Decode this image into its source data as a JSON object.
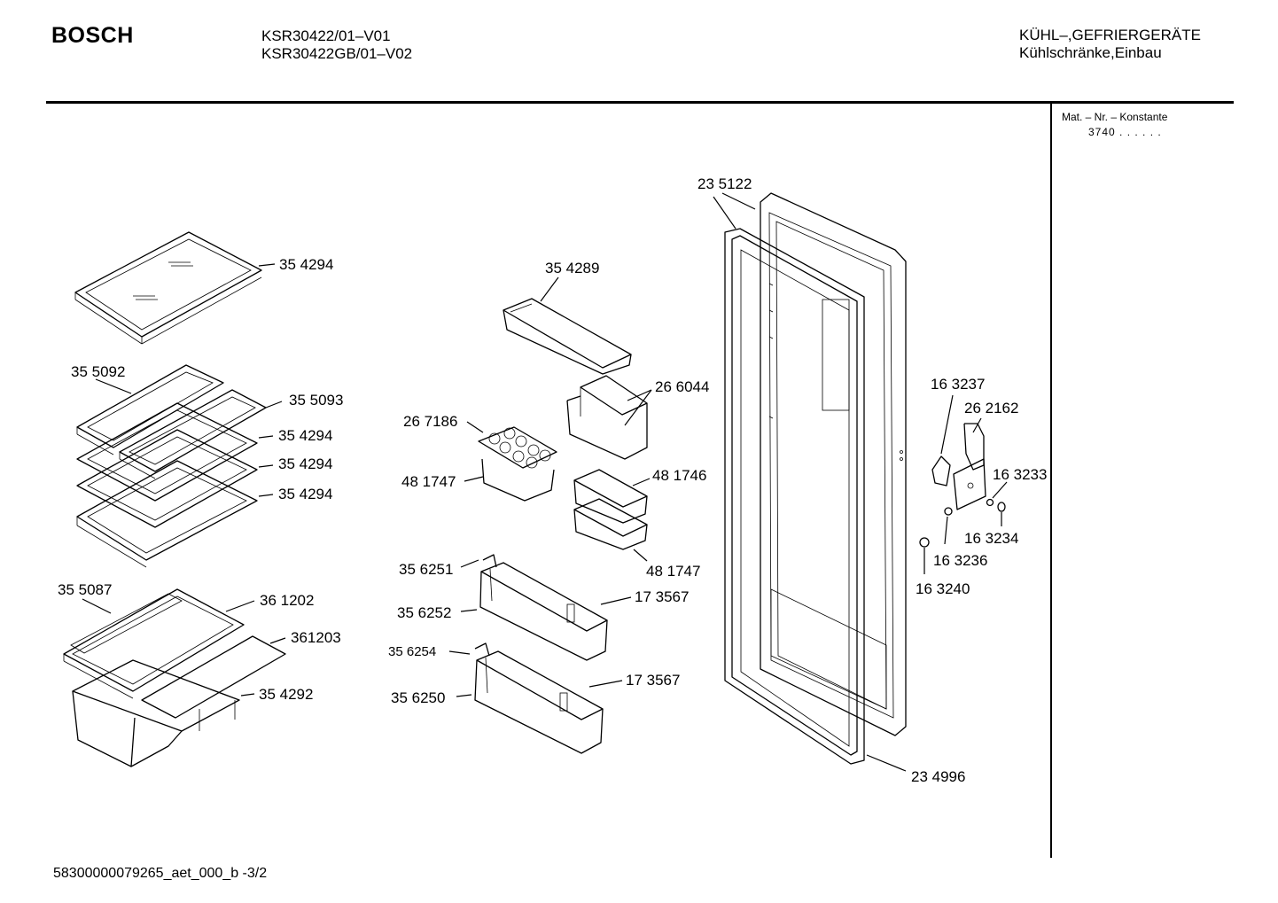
{
  "header": {
    "brand": "BOSCH",
    "model_line_1": "KSR30422/01–V01",
    "model_line_2": "KSR30422GB/01–V02",
    "category_line_1": "KÜHL–,GEFRIERGERÄTE",
    "category_line_2": "Kühlschränke,Einbau"
  },
  "side_panel": {
    "heading": "Mat. – Nr. – Konstante",
    "constant": "3740 . .   . . . ."
  },
  "parts": [
    "35 4294",
    "35 5092",
    "35 5093",
    "35 4294",
    "35 4294",
    "35 4294",
    "35 5087",
    "36 1202",
    "361203",
    "35 4292",
    "35 4289",
    "26 6044",
    "26 7186",
    "48 1747",
    "48 1746",
    "48 1747",
    "35 6251",
    "17 3567",
    "35 6252",
    "35 6254",
    "17 3567",
    "35 6250",
    "23 5122",
    "23 4996",
    "16 3237",
    "26 2162",
    "16 3233",
    "16 3234",
    "16 3236",
    "16 3240"
  ],
  "footer": {
    "document_id": "58300000079265_aet_000_b  -3/2"
  }
}
